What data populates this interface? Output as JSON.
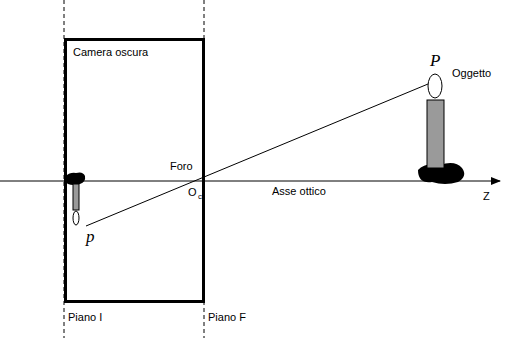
{
  "diagram": {
    "nodes": [
      {
        "text": [
          "Camera oscura"
        ]
      }
    ],
    "labels": [
      "Oggetto",
      "P",
      "Foro",
      "O",
      "c",
      "Asse ottico",
      "Z",
      "p",
      "Piano I",
      "Piano F"
    ]
  }
}
